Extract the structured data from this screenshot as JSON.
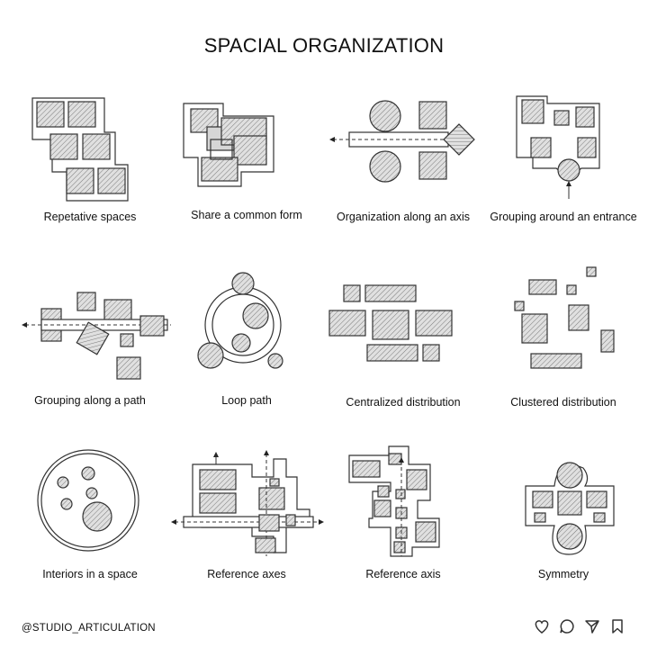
{
  "title": "SPACIAL ORGANIZATION",
  "diagrams": [
    {
      "label": "Repetative spaces"
    },
    {
      "label": "Share a common form"
    },
    {
      "label": "Organization along an axis"
    },
    {
      "label": "Grouping around an entrance"
    },
    {
      "label": "Grouping along a path"
    },
    {
      "label": "Loop path"
    },
    {
      "label": "Centralized distribution"
    },
    {
      "label": "Clustered distribution"
    },
    {
      "label": "Interiors in a space"
    },
    {
      "label": "Reference axes"
    },
    {
      "label": "Reference axis"
    },
    {
      "label": "Symmetry"
    }
  ],
  "footer": {
    "handle": "@STUDIO_ARTICULATION",
    "icons": [
      "heart-icon",
      "comment-icon",
      "send-icon",
      "bookmark-icon"
    ]
  }
}
